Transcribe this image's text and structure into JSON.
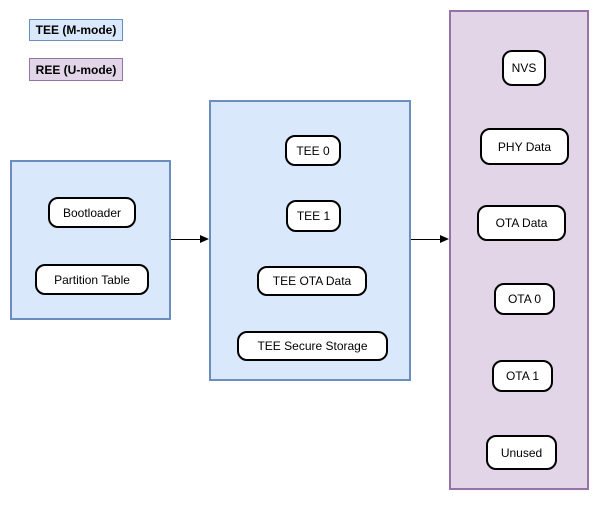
{
  "colors": {
    "background": "#ffffff",
    "tee_fill": "#dae8fc",
    "tee_border": "#6c8ebf",
    "ree_fill": "#e1d5e7",
    "ree_border": "#9673a6",
    "node_fill": "#ffffff",
    "node_border": "#000000",
    "arrow": "#000000"
  },
  "legend": [
    {
      "label": "TEE (M-mode)",
      "mode": "tee"
    },
    {
      "label": "REE (U-mode)",
      "mode": "ree"
    }
  ],
  "regions": [
    {
      "name": "boot-region",
      "mode": "tee",
      "nodes": [
        "Bootloader",
        "Partition Table"
      ]
    },
    {
      "name": "tee-region",
      "mode": "tee",
      "nodes": [
        "TEE 0",
        "TEE 1",
        "TEE OTA Data",
        "TEE Secure Storage"
      ]
    },
    {
      "name": "ree-region",
      "mode": "ree",
      "nodes": [
        "NVS",
        "PHY Data",
        "OTA Data",
        "OTA 0",
        "OTA 1",
        "Unused"
      ]
    }
  ],
  "connections": [
    {
      "from": "boot-region",
      "to": "tee-region"
    },
    {
      "from": "tee-region",
      "to": "ree-region"
    }
  ]
}
